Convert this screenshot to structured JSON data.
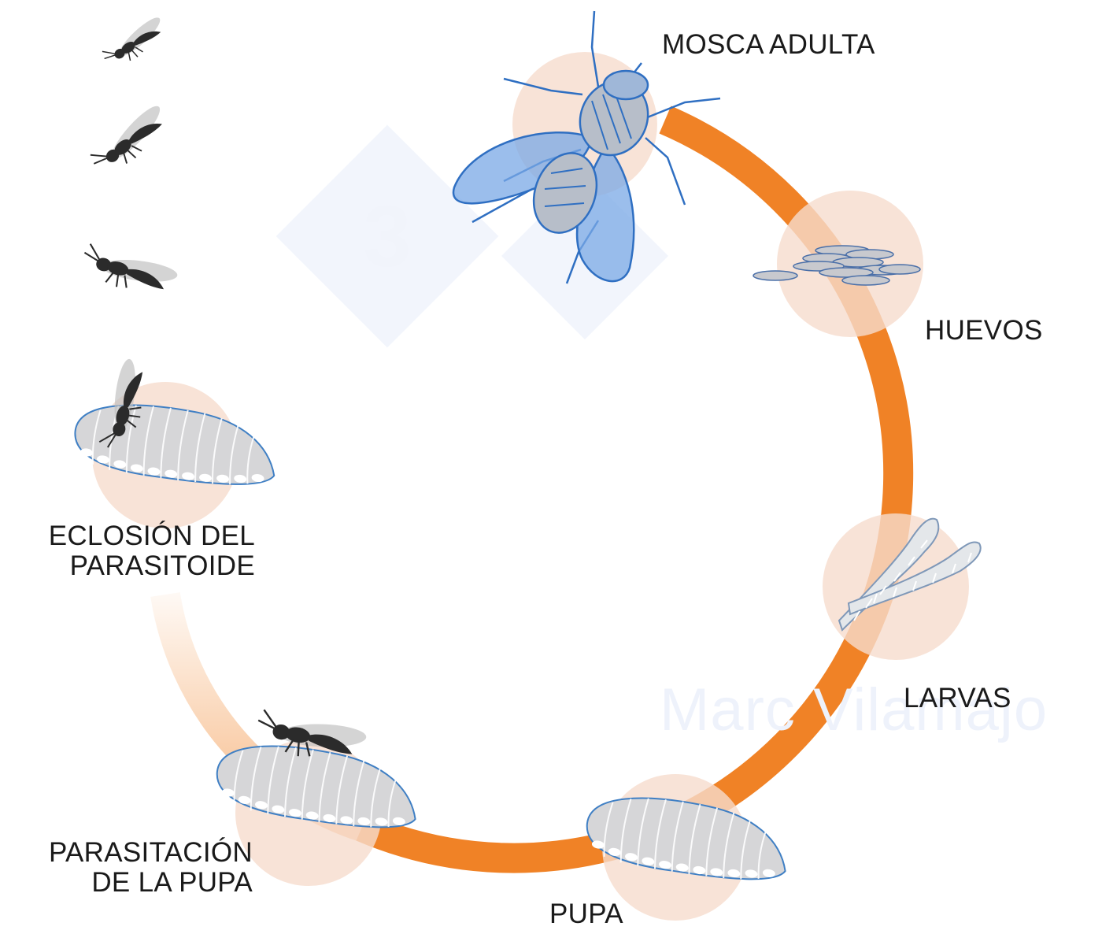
{
  "labels": {
    "adult_fly": "MOSCA ADULTA",
    "eggs": "HUEVOS",
    "larvae": "LARVAS",
    "pupa": "PUPA",
    "pupa_parasitation_line1": "PARASITACIÓN",
    "pupa_parasitation_line2": "DE LA PUPA",
    "parasitoid_emergence_line1": "ECLOSIÓN DEL",
    "parasitoid_emergence_line2": "PARASITOIDE"
  },
  "watermark": {
    "logo_text": "3",
    "author": "Marc Vilamajo"
  },
  "colors": {
    "cycle_ring": "#f08226",
    "stage_halo": "#f6dccd",
    "fly_blue": "#2f6fc2",
    "fly_wing": "#7aa8e6",
    "pupa_fill": "#d4d4d6",
    "wasp": "#2b2b2b"
  },
  "icons": [
    "adult-fly-icon",
    "eggs-icon",
    "larvae-icon",
    "pupa-icon",
    "wasp-icon"
  ]
}
